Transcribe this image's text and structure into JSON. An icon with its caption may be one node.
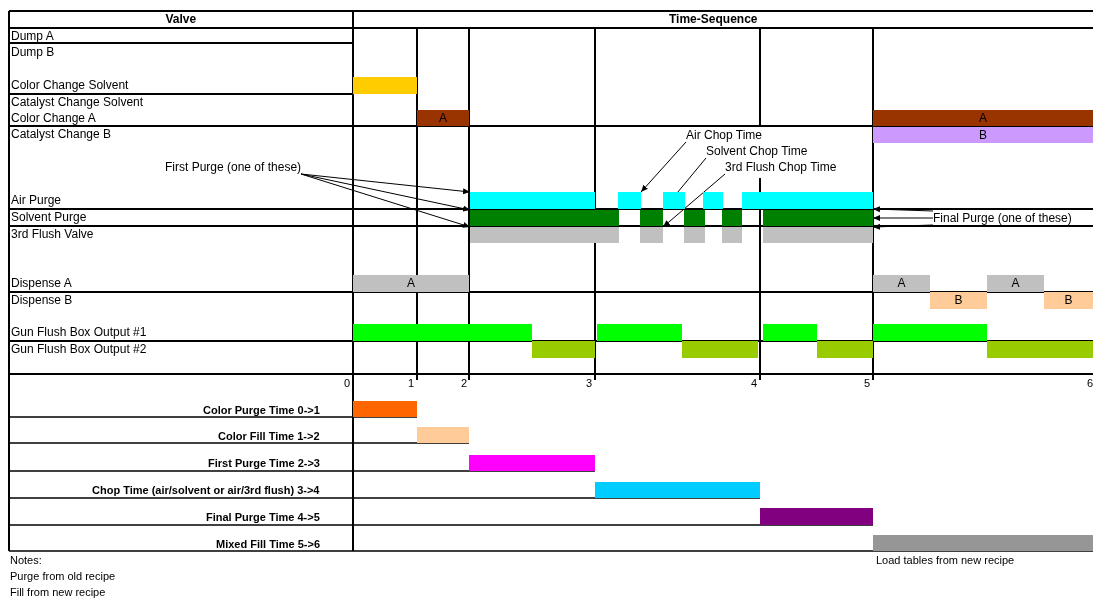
{
  "diagram": {
    "nodes": [
      {
        "text": [],
        "shape": "bar"
      },
      {
        "text": [
          "A"
        ]
      },
      {
        "text": [
          "A"
        ]
      },
      {
        "text": [
          "B"
        ]
      },
      {
        "text": [
          "Air Chop Time"
        ]
      },
      {
        "text": [
          "Solvent Chop Time"
        ]
      },
      {
        "text": [
          "First Purge (one of these)"
        ]
      },
      {
        "text": [
          "3rd Flush Chop Time"
        ]
      },
      {
        "text": [],
        "shape": "bar"
      },
      {
        "text": [],
        "shape": "bar"
      },
      {
        "text": [],
        "shape": "bar"
      },
      {
        "text": [],
        "shape": "bar"
      },
      {
        "text": [],
        "shape": "bar"
      },
      {
        "text": [
          "Final Purge (one of these)"
        ]
      },
      {
        "text": [],
        "shape": "bar"
      },
      {
        "text": [],
        "shape": "bar"
      },
      {
        "text": [],
        "shape": "bar"
      },
      {
        "text": [],
        "shape": "bar"
      },
      {
        "text": [],
        "shape": "bar"
      },
      {
        "text": [],
        "shape": "bar"
      },
      {
        "text": [],
        "shape": "bar"
      },
      {
        "text": [],
        "shape": "bar"
      },
      {
        "text": [],
        "shape": "bar"
      },
      {
        "text": [],
        "shape": "bar"
      },
      {
        "text": [
          "A"
        ]
      },
      {
        "text": [
          "A"
        ]
      },
      {
        "text": [
          "A"
        ]
      },
      {
        "text": [
          "B"
        ]
      },
      {
        "text": [
          "B"
        ]
      },
      {
        "text": [],
        "shape": "bar"
      },
      {
        "text": [],
        "shape": "bar"
      },
      {
        "text": [],
        "shape": "bar"
      },
      {
        "text": [],
        "shape": "bar"
      },
      {
        "text": [],
        "shape": "bar"
      },
      {
        "text": [],
        "shape": "bar"
      },
      {
        "text": [],
        "shape": "bar"
      },
      {
        "text": [],
        "shape": "bar"
      },
      {
        "text": [],
        "shape": "bar"
      },
      {
        "text": [],
        "shape": "bar"
      },
      {
        "text": [],
        "shape": "bar"
      },
      {
        "text": [],
        "shape": "bar"
      },
      {
        "text": [],
        "shape": "bar"
      },
      {
        "text": [],
        "shape": "bar"
      }
    ],
    "edges": [
      {
        "from": 6,
        "to": 8,
        "arrow": "to"
      },
      {
        "from": 6,
        "to": 14,
        "arrow": "to"
      },
      {
        "from": 6,
        "to": 19,
        "arrow": "to"
      },
      {
        "from": 4,
        "to": 9,
        "arrow": "to"
      },
      {
        "from": 5,
        "to": 15,
        "arrow": "to"
      },
      {
        "from": 7,
        "to": 20,
        "arrow": "to"
      },
      {
        "from": 13,
        "to": 12,
        "arrow": "to"
      },
      {
        "from": 13,
        "to": 18,
        "arrow": "to"
      },
      {
        "from": 13,
        "to": 23,
        "arrow": "to"
      }
    ],
    "labels": [
      "Valve",
      "Time-Sequence",
      "Dump A",
      "Dump B",
      "Color Change Solvent",
      "Catalyst Change Solvent",
      "Color Change A",
      "Catalyst Change B",
      "Air Purge",
      "Solvent Purge",
      "3rd Flush Valve",
      "Dispense A",
      "Dispense B",
      "Gun Flush Box Output #1",
      "Gun Flush Box Output #2",
      "0",
      "1",
      "2",
      "3",
      "4",
      "5",
      "6",
      "Color Purge Time 0->1",
      "Color Fill Time 1->2",
      "First Purge Time 2->3",
      "Chop Time (air/solvent or air/3rd flush) 3->4",
      "Final Purge Time 4->5",
      "Mixed Fill Time 5->6",
      "Notes:",
      "Load tables from new recipe",
      "Purge from old recipe",
      "Fill from new recipe"
    ]
  }
}
